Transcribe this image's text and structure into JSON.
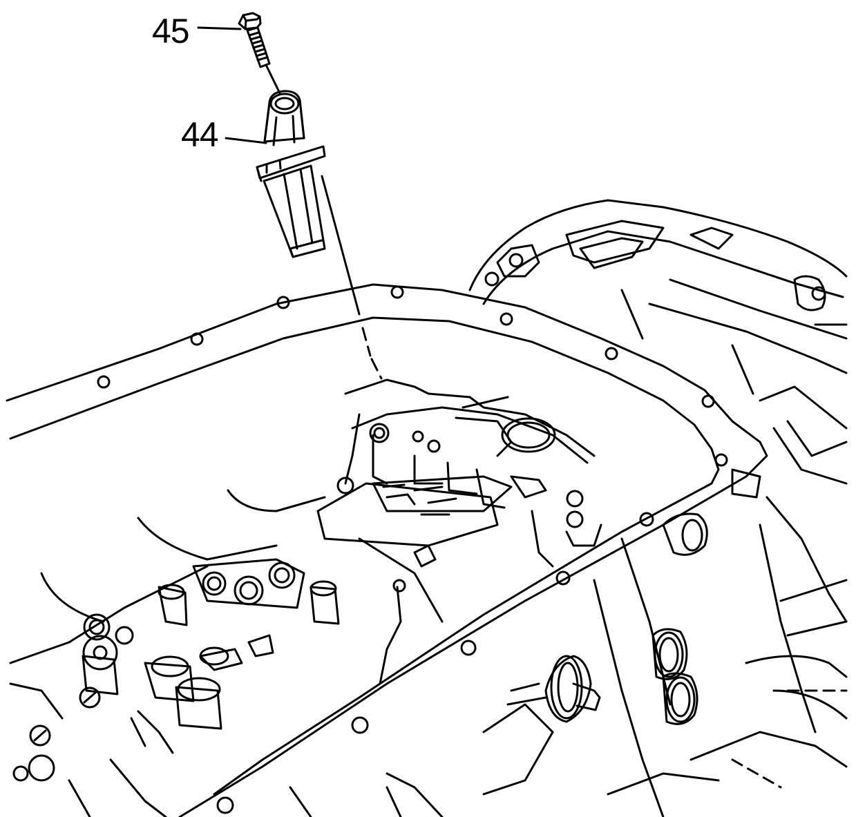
{
  "callouts": [
    {
      "id": "45",
      "text": "45"
    },
    {
      "id": "44",
      "text": "44"
    }
  ],
  "colors": {
    "line": "#000000",
    "background": "#ffffff"
  }
}
